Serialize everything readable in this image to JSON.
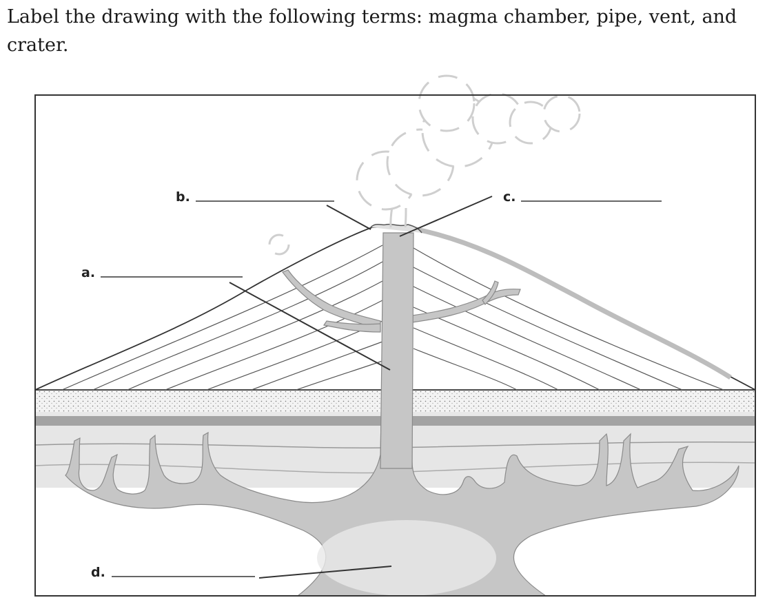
{
  "instructions": "Label the drawing with the following terms: magma chamber, pipe, vent, and crater.",
  "labels": {
    "a": "a.",
    "b": "b.",
    "c": "c.",
    "d": "d."
  },
  "colors": {
    "magma": "#c7c7c7",
    "line": "#333333",
    "layer_dark": "#9a9a9a",
    "layer_light": "#e2e2e2"
  }
}
